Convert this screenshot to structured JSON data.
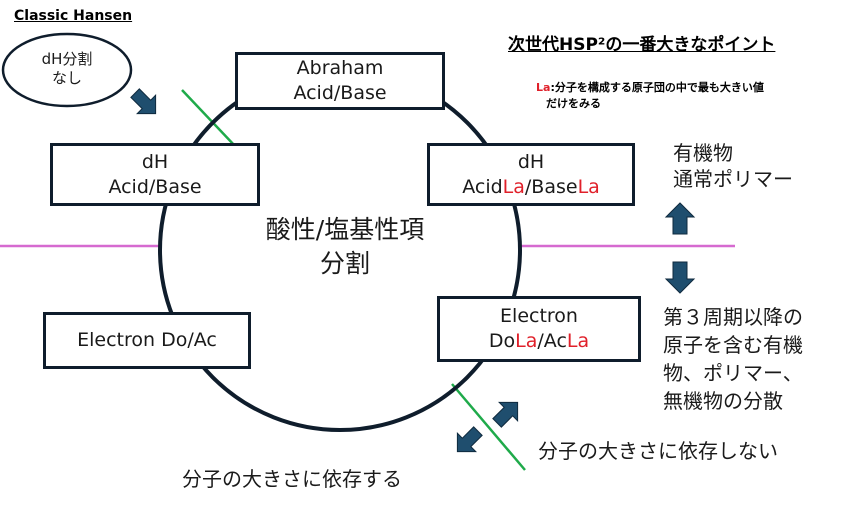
{
  "title": "Classic Hansen",
  "headline": "次世代HSP²の一番大きなポイント",
  "note": {
    "la_prefix": "La",
    "line1_rest": ":分子を構成する原子団の中で最も大きい値",
    "line2": "だけをみる"
  },
  "bubble": {
    "line1": "dH分割",
    "line2": "なし"
  },
  "center_label": {
    "line1": "酸性/塩基性項",
    "line2": "分割"
  },
  "boxes": {
    "abraham": {
      "line1": "Abraham",
      "line2": "Acid/Base"
    },
    "dh_classic": {
      "line1": "dH",
      "line2": "Acid/Base"
    },
    "dh_next": {
      "line1": "dH",
      "acid": "Acid",
      "base": "/Base",
      "la": "La"
    },
    "electron_classic": {
      "line1": "Electron Do/Ac"
    },
    "electron_next": {
      "line1": "Electron",
      "do": "Do",
      "ac": "/Ac",
      "la": "La"
    }
  },
  "organic": {
    "line1": "有機物",
    "line2": "通常ポリマー"
  },
  "period3": {
    "line1": "第３周期以降の",
    "line2": "原子を含む有機",
    "line3": "物、ポリマー、",
    "line4": "無機物の分散"
  },
  "size_independent": "分子の大きさに依存しない",
  "size_dependent": "分子の大きさに依存する",
  "colors": {
    "box_border": "#0f1d2c",
    "arrow": "#1f4e6e",
    "accent_red": "#e0202a",
    "divider_green": "#1faa4a",
    "divider_magenta": "#d66ad0"
  },
  "icons": [
    "arrow-up-icon",
    "arrow-down-icon",
    "diagonal-arrow-icon"
  ]
}
